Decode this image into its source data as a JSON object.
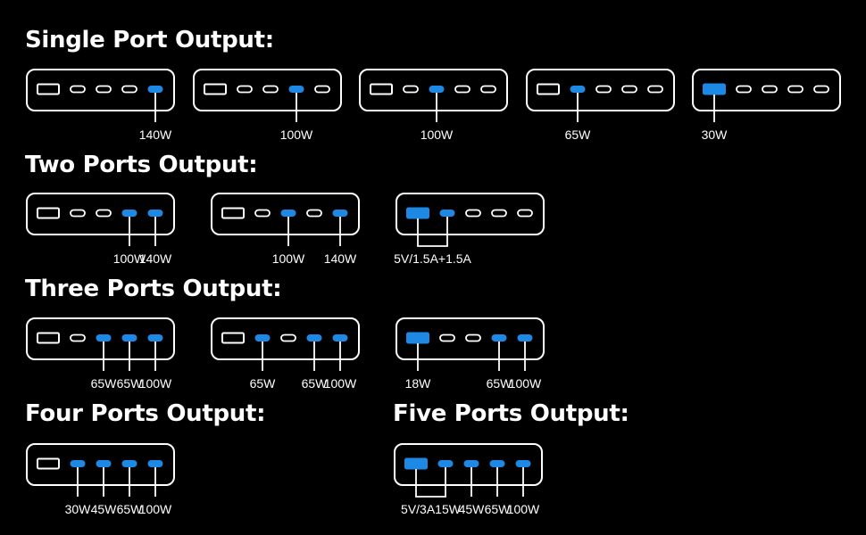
{
  "colors": {
    "background": "#000000",
    "text": "#ffffff",
    "active_port": "#1e88e5",
    "outline": "#ffffff"
  },
  "sections": [
    {
      "heading": "Single Port Output:",
      "devices": [
        {
          "active": [
            4
          ],
          "labels": [
            {
              "text": "140W",
              "port": 4
            }
          ],
          "brackets": []
        },
        {
          "active": [
            3
          ],
          "labels": [
            {
              "text": "100W",
              "port": 3
            }
          ],
          "brackets": []
        },
        {
          "active": [
            2
          ],
          "labels": [
            {
              "text": "100W",
              "port": 2
            }
          ],
          "brackets": []
        },
        {
          "active": [
            1
          ],
          "labels": [
            {
              "text": "65W",
              "port": 1
            }
          ],
          "brackets": []
        },
        {
          "active": [
            0
          ],
          "labels": [
            {
              "text": "30W",
              "port": 0
            }
          ],
          "brackets": []
        }
      ]
    },
    {
      "heading": "Two Ports Output:",
      "devices": [
        {
          "active": [
            3,
            4
          ],
          "labels": [
            {
              "text": "100W",
              "port": 3
            },
            {
              "text": "140W",
              "port": 4
            }
          ],
          "brackets": []
        },
        {
          "active": [
            2,
            4
          ],
          "labels": [
            {
              "text": "100W",
              "port": 2
            },
            {
              "text": "140W",
              "port": 4
            }
          ],
          "brackets": []
        },
        {
          "active": [
            0,
            1
          ],
          "labels": [
            {
              "text": "5V/1.5A+1.5A",
              "port": 0
            }
          ],
          "brackets": [
            [
              0,
              1
            ]
          ]
        }
      ]
    },
    {
      "heading": "Three Ports Output:",
      "devices": [
        {
          "active": [
            2,
            3,
            4
          ],
          "labels": [
            {
              "text": "65W",
              "port": 2
            },
            {
              "text": "65W",
              "port": 3
            },
            {
              "text": "100W",
              "port": 4
            }
          ],
          "brackets": []
        },
        {
          "active": [
            1,
            3,
            4
          ],
          "labels": [
            {
              "text": "65W",
              "port": 1
            },
            {
              "text": "65W",
              "port": 3
            },
            {
              "text": "100W",
              "port": 4
            }
          ],
          "brackets": []
        },
        {
          "active": [
            0,
            3,
            4
          ],
          "labels": [
            {
              "text": "18W",
              "port": 0
            },
            {
              "text": "65W",
              "port": 3
            },
            {
              "text": "100W",
              "port": 4
            }
          ],
          "brackets": []
        }
      ]
    },
    {
      "heading": "Four Ports Output:",
      "devices": [
        {
          "active": [
            1,
            2,
            3,
            4
          ],
          "labels": [
            {
              "text": "30W",
              "port": 1
            },
            {
              "text": "45W",
              "port": 2
            },
            {
              "text": "65W",
              "port": 3
            },
            {
              "text": "100W",
              "port": 4
            }
          ],
          "brackets": []
        }
      ]
    },
    {
      "heading": "Five Ports Output:",
      "devices": [
        {
          "active": [
            0,
            1,
            2,
            3,
            4
          ],
          "labels": [
            {
              "text": "5V/3A15W",
              "port": 0
            },
            {
              "text": "45W",
              "port": 2
            },
            {
              "text": "65W",
              "port": 3
            },
            {
              "text": "100W",
              "port": 4
            }
          ],
          "brackets": [
            [
              0,
              1
            ]
          ]
        }
      ]
    }
  ]
}
